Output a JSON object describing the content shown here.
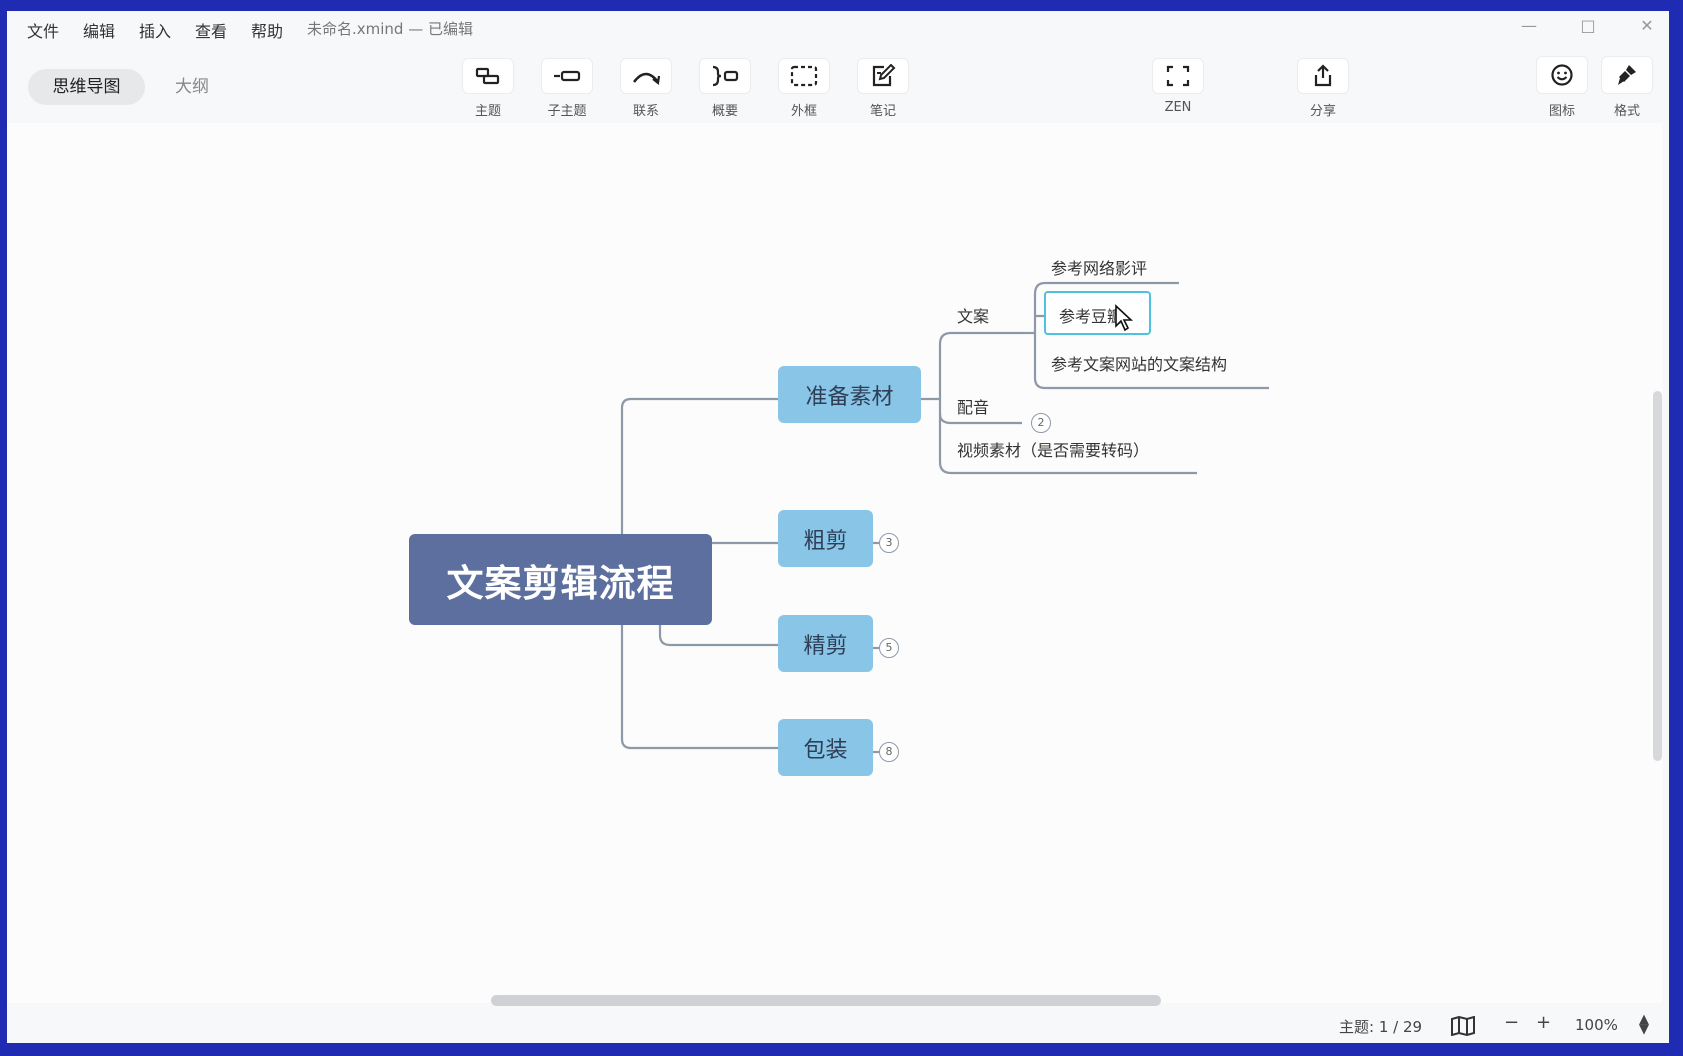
{
  "menu": [
    "文件",
    "编辑",
    "插入",
    "查看",
    "帮助"
  ],
  "document_title": "未命名.xmind — 已编辑",
  "view_tabs": {
    "mindmap": "思维导图",
    "outline": "大纲"
  },
  "tools": {
    "topic": "主题",
    "subtopic": "子主题",
    "relationship": "联系",
    "summary": "概要",
    "boundary": "外框",
    "note": "笔记",
    "zen": "ZEN",
    "share": "分享",
    "icon": "图标",
    "format": "格式"
  },
  "mindmap": {
    "central": "文案剪辑流程",
    "branches": {
      "prepare": "准备素材",
      "rough_cut": "粗剪",
      "fine_cut": "精剪",
      "package": "包装"
    },
    "prepare_children": {
      "copy": "文案",
      "voice": "配音",
      "video": "视频素材（是否需要转码）"
    },
    "copy_children": {
      "reviews": "参考网络影评",
      "douban": "参考豆瓣",
      "structure": "参考文案网站的文案结构"
    },
    "collapsed_counts": {
      "voice": "2",
      "rough_cut": "3",
      "fine_cut": "5",
      "package": "8"
    }
  },
  "status": {
    "topic_count": "主题: 1 / 29",
    "zoom": "100%"
  },
  "colors": {
    "central": "#5d6f9e",
    "main": "#88c5e6",
    "selection": "#4ec0e0",
    "line": "#8e99a8"
  }
}
